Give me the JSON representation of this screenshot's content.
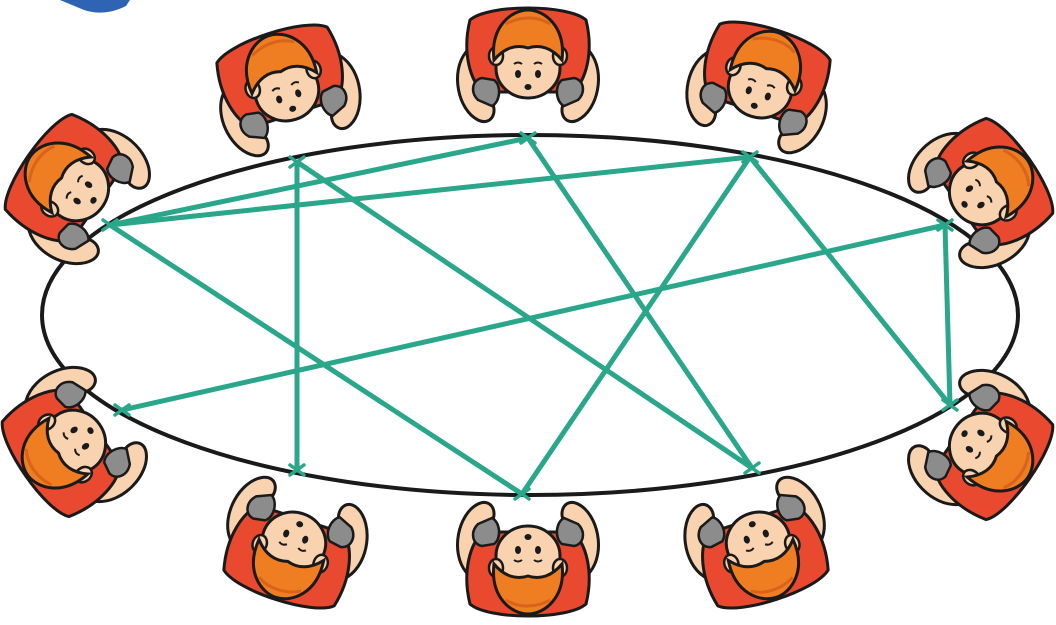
{
  "diagram": {
    "people_count": 10,
    "connections_count": 10,
    "colors": {
      "background": "#ffffff",
      "table_outline": "#1a1a1a",
      "connection_line": "#2aa68a",
      "hair": "#ef7d22",
      "hair_dark": "#d9631a",
      "shirt": "#e8492f",
      "skin": "#f9d2b0",
      "phone": "#8c8c8c",
      "outline": "#1a1a1a",
      "corner_accent": "#2f64b5"
    },
    "people": [
      {
        "id": "person-1",
        "icon": "person-top-view-icon"
      },
      {
        "id": "person-2",
        "icon": "person-top-view-icon"
      },
      {
        "id": "person-3",
        "icon": "person-top-view-icon"
      },
      {
        "id": "person-4",
        "icon": "person-top-view-icon"
      },
      {
        "id": "person-5",
        "icon": "person-top-view-icon"
      },
      {
        "id": "person-6",
        "icon": "person-top-view-icon"
      },
      {
        "id": "person-7",
        "icon": "person-top-view-icon"
      },
      {
        "id": "person-8",
        "icon": "person-top-view-icon"
      },
      {
        "id": "person-9",
        "icon": "person-top-view-icon"
      },
      {
        "id": "person-10",
        "icon": "person-top-view-icon"
      }
    ],
    "connections": [
      {
        "from": "A",
        "to": "D"
      },
      {
        "from": "A",
        "to": "E"
      },
      {
        "from": "A",
        "to": "H"
      },
      {
        "from": "B",
        "to": "C"
      },
      {
        "from": "B",
        "to": "G"
      },
      {
        "from": "D",
        "to": "G"
      },
      {
        "from": "E",
        "to": "H"
      },
      {
        "from": "E",
        "to": "J"
      },
      {
        "from": "F",
        "to": "I"
      },
      {
        "from": "F",
        "to": "J"
      }
    ]
  }
}
